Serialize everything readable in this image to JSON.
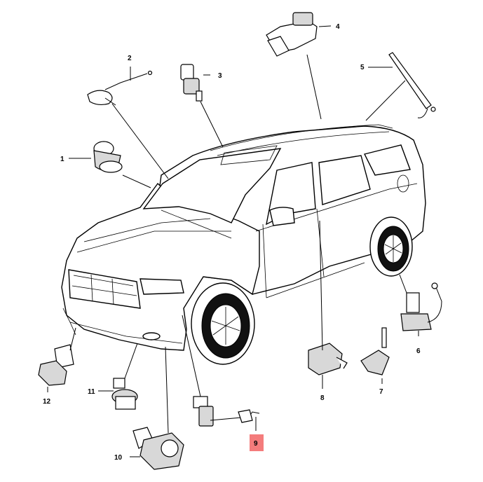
{
  "diagram": {
    "callouts": [
      {
        "id": "c1",
        "label": "1"
      },
      {
        "id": "c2",
        "label": "2"
      },
      {
        "id": "c3",
        "label": "3"
      },
      {
        "id": "c4",
        "label": "4"
      },
      {
        "id": "c5",
        "label": "5"
      },
      {
        "id": "c6",
        "label": "6"
      },
      {
        "id": "c7",
        "label": "7"
      },
      {
        "id": "c8",
        "label": "8"
      },
      {
        "id": "c9",
        "label": "9"
      },
      {
        "id": "c10",
        "label": "10"
      },
      {
        "id": "c11",
        "label": "11"
      },
      {
        "id": "c12",
        "label": "12"
      }
    ],
    "highlighted_callout": "9",
    "highlight_color": "#f47c7c"
  }
}
